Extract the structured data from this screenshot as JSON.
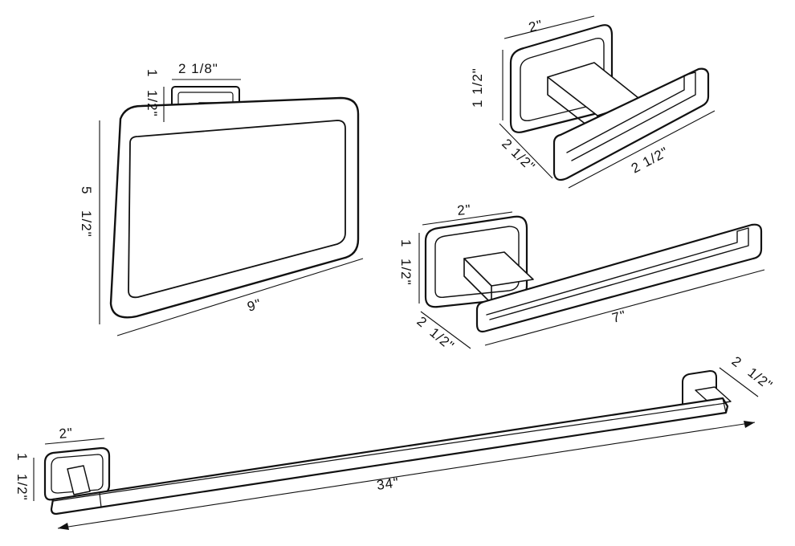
{
  "products": {
    "towel_ring": {
      "base_width": "2 1/8\"",
      "base_height_a": "1",
      "base_height_b": "1/2\"",
      "ring_height_a": "5",
      "ring_height_b": "1/2\"",
      "ring_width": "9\""
    },
    "robe_hook": {
      "base_width": "2\"",
      "base_height": "1 1/2\"",
      "depth": "2 1/2\"",
      "hook_length": "2 1/2\""
    },
    "paper_holder": {
      "base_width": "2\"",
      "base_height_a": "1",
      "base_height_b": "1/2\"",
      "depth_a": "2",
      "depth_b": "1/2\"",
      "bar_length": "7\""
    },
    "towel_bar": {
      "base_width": "2\"",
      "base_height_a": "1",
      "base_height_b": "1/2\"",
      "depth_a": "2",
      "depth_b": "1/2\"",
      "bar_length": "34\""
    }
  }
}
